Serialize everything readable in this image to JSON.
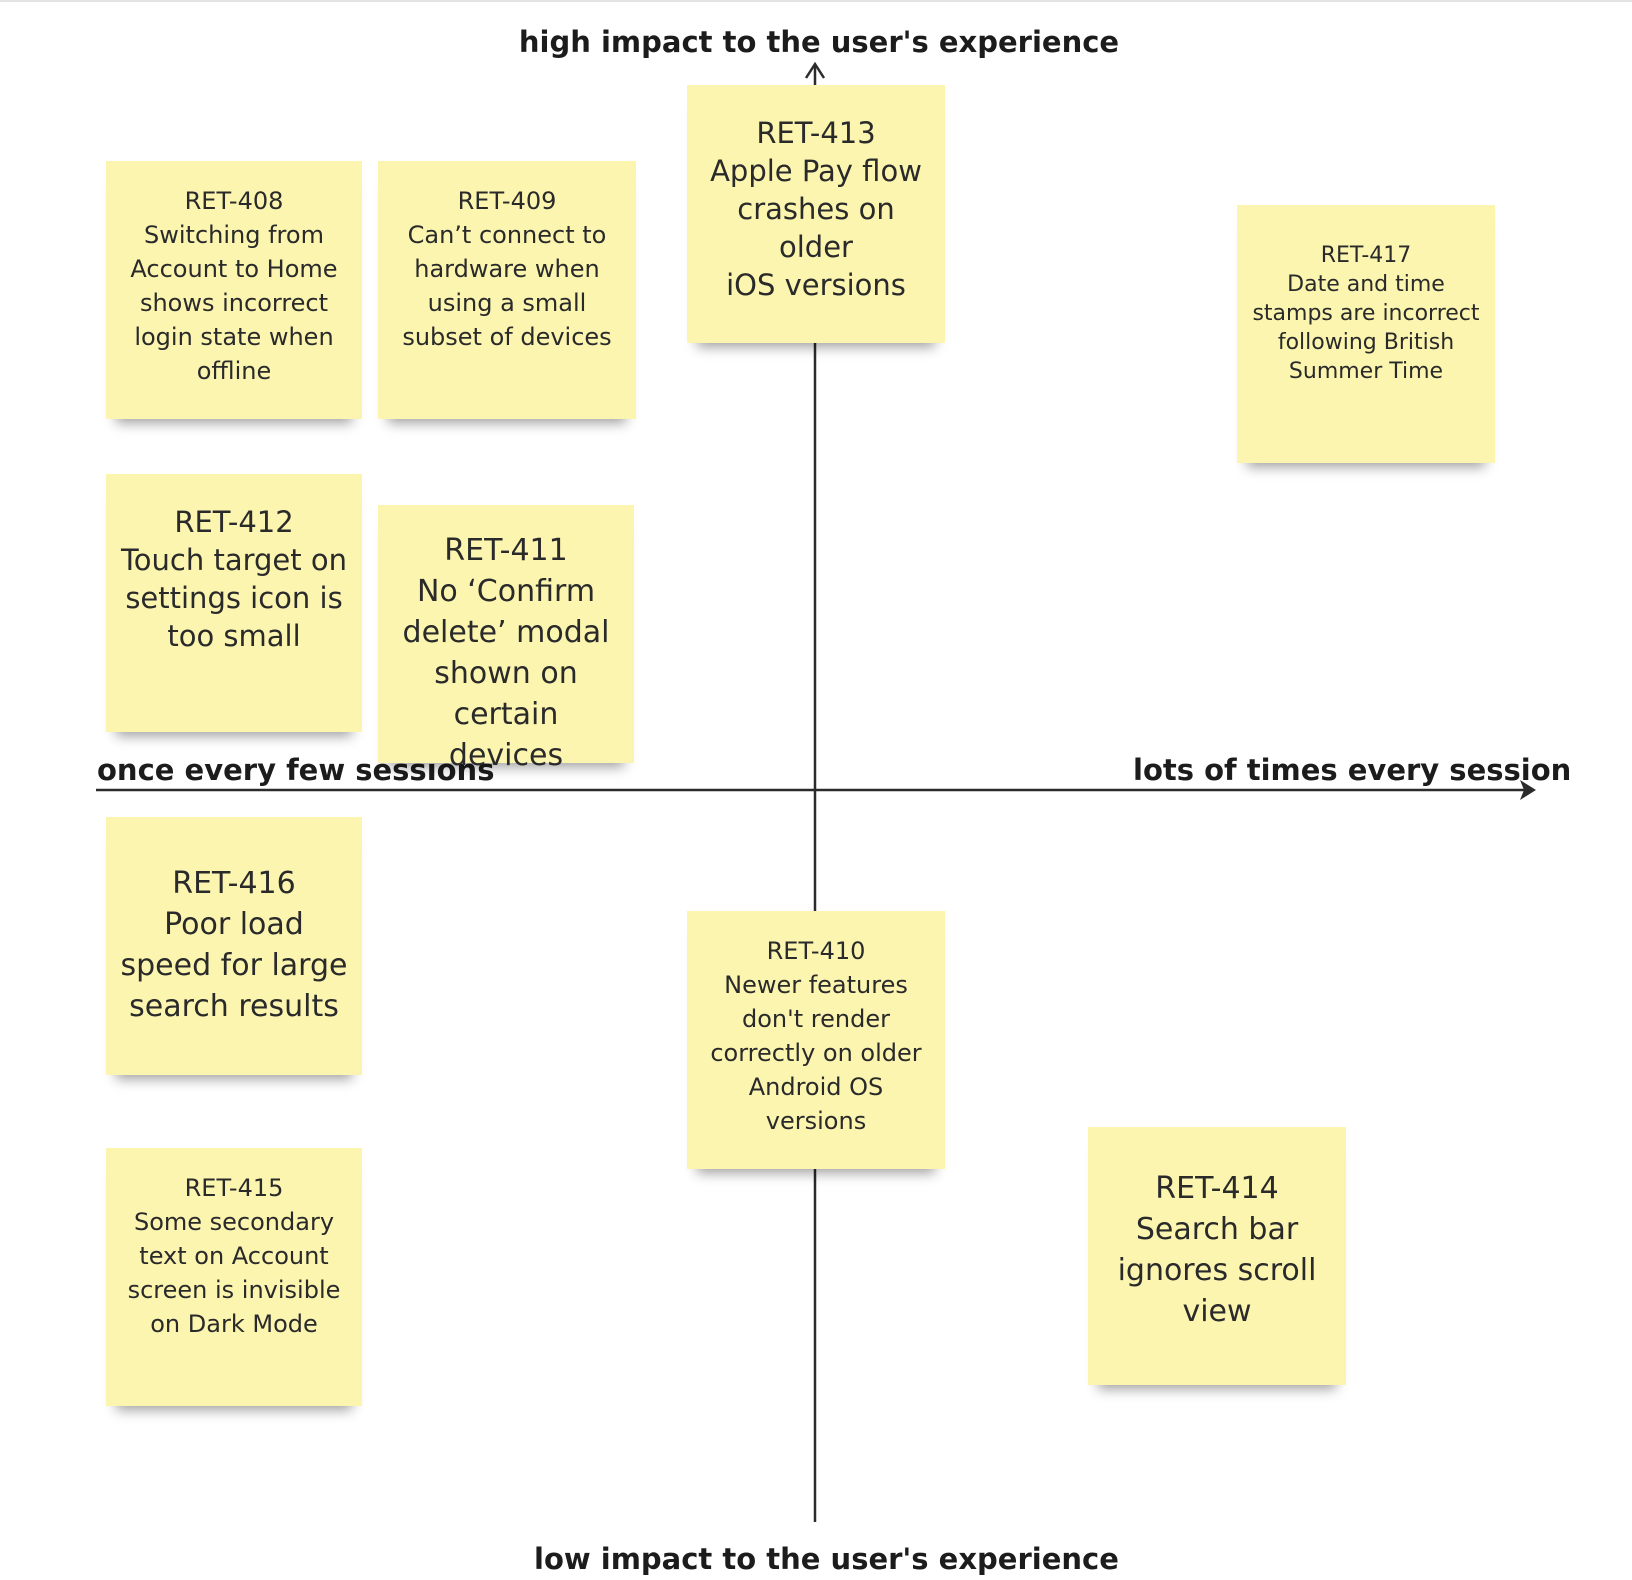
{
  "axes": {
    "top": "high impact to the user's experience",
    "bottom": "low impact to the user's experience",
    "left": "once every few sessions",
    "right": "lots of times every session"
  },
  "notes": [
    {
      "id": "ret-408",
      "text": "RET-408\nSwitching from\nAccount to Home\nshows incorrect\nlogin state when\noffline"
    },
    {
      "id": "ret-409",
      "text": "RET-409\nCan’t connect to\nhardware when\nusing a small\nsubset of devices"
    },
    {
      "id": "ret-413",
      "text": "RET-413\nApple Pay flow\ncrashes on older\niOS versions"
    },
    {
      "id": "ret-417",
      "text": "RET-417\nDate and time\nstamps are incorrect\nfollowing British\nSummer Time"
    },
    {
      "id": "ret-412",
      "text": "RET-412\nTouch target on\nsettings icon is\ntoo small"
    },
    {
      "id": "ret-411",
      "text": "RET-411\nNo ‘Confirm\ndelete’ modal\nshown on\ncertain devices"
    },
    {
      "id": "ret-416",
      "text": "RET-416\nPoor load\nspeed for large\nsearch results"
    },
    {
      "id": "ret-410",
      "text": "RET-410\nNewer features\ndon't render\ncorrectly on older\nAndroid OS\nversions"
    },
    {
      "id": "ret-415",
      "text": "RET-415\nSome secondary\ntext on Account\nscreen is invisible\non Dark Mode"
    },
    {
      "id": "ret-414",
      "text": "RET-414\nSearch bar\nignores scroll\nview"
    }
  ],
  "colors": {
    "sticky": "#fbf5b0",
    "axis": "#2b2b2b"
  }
}
